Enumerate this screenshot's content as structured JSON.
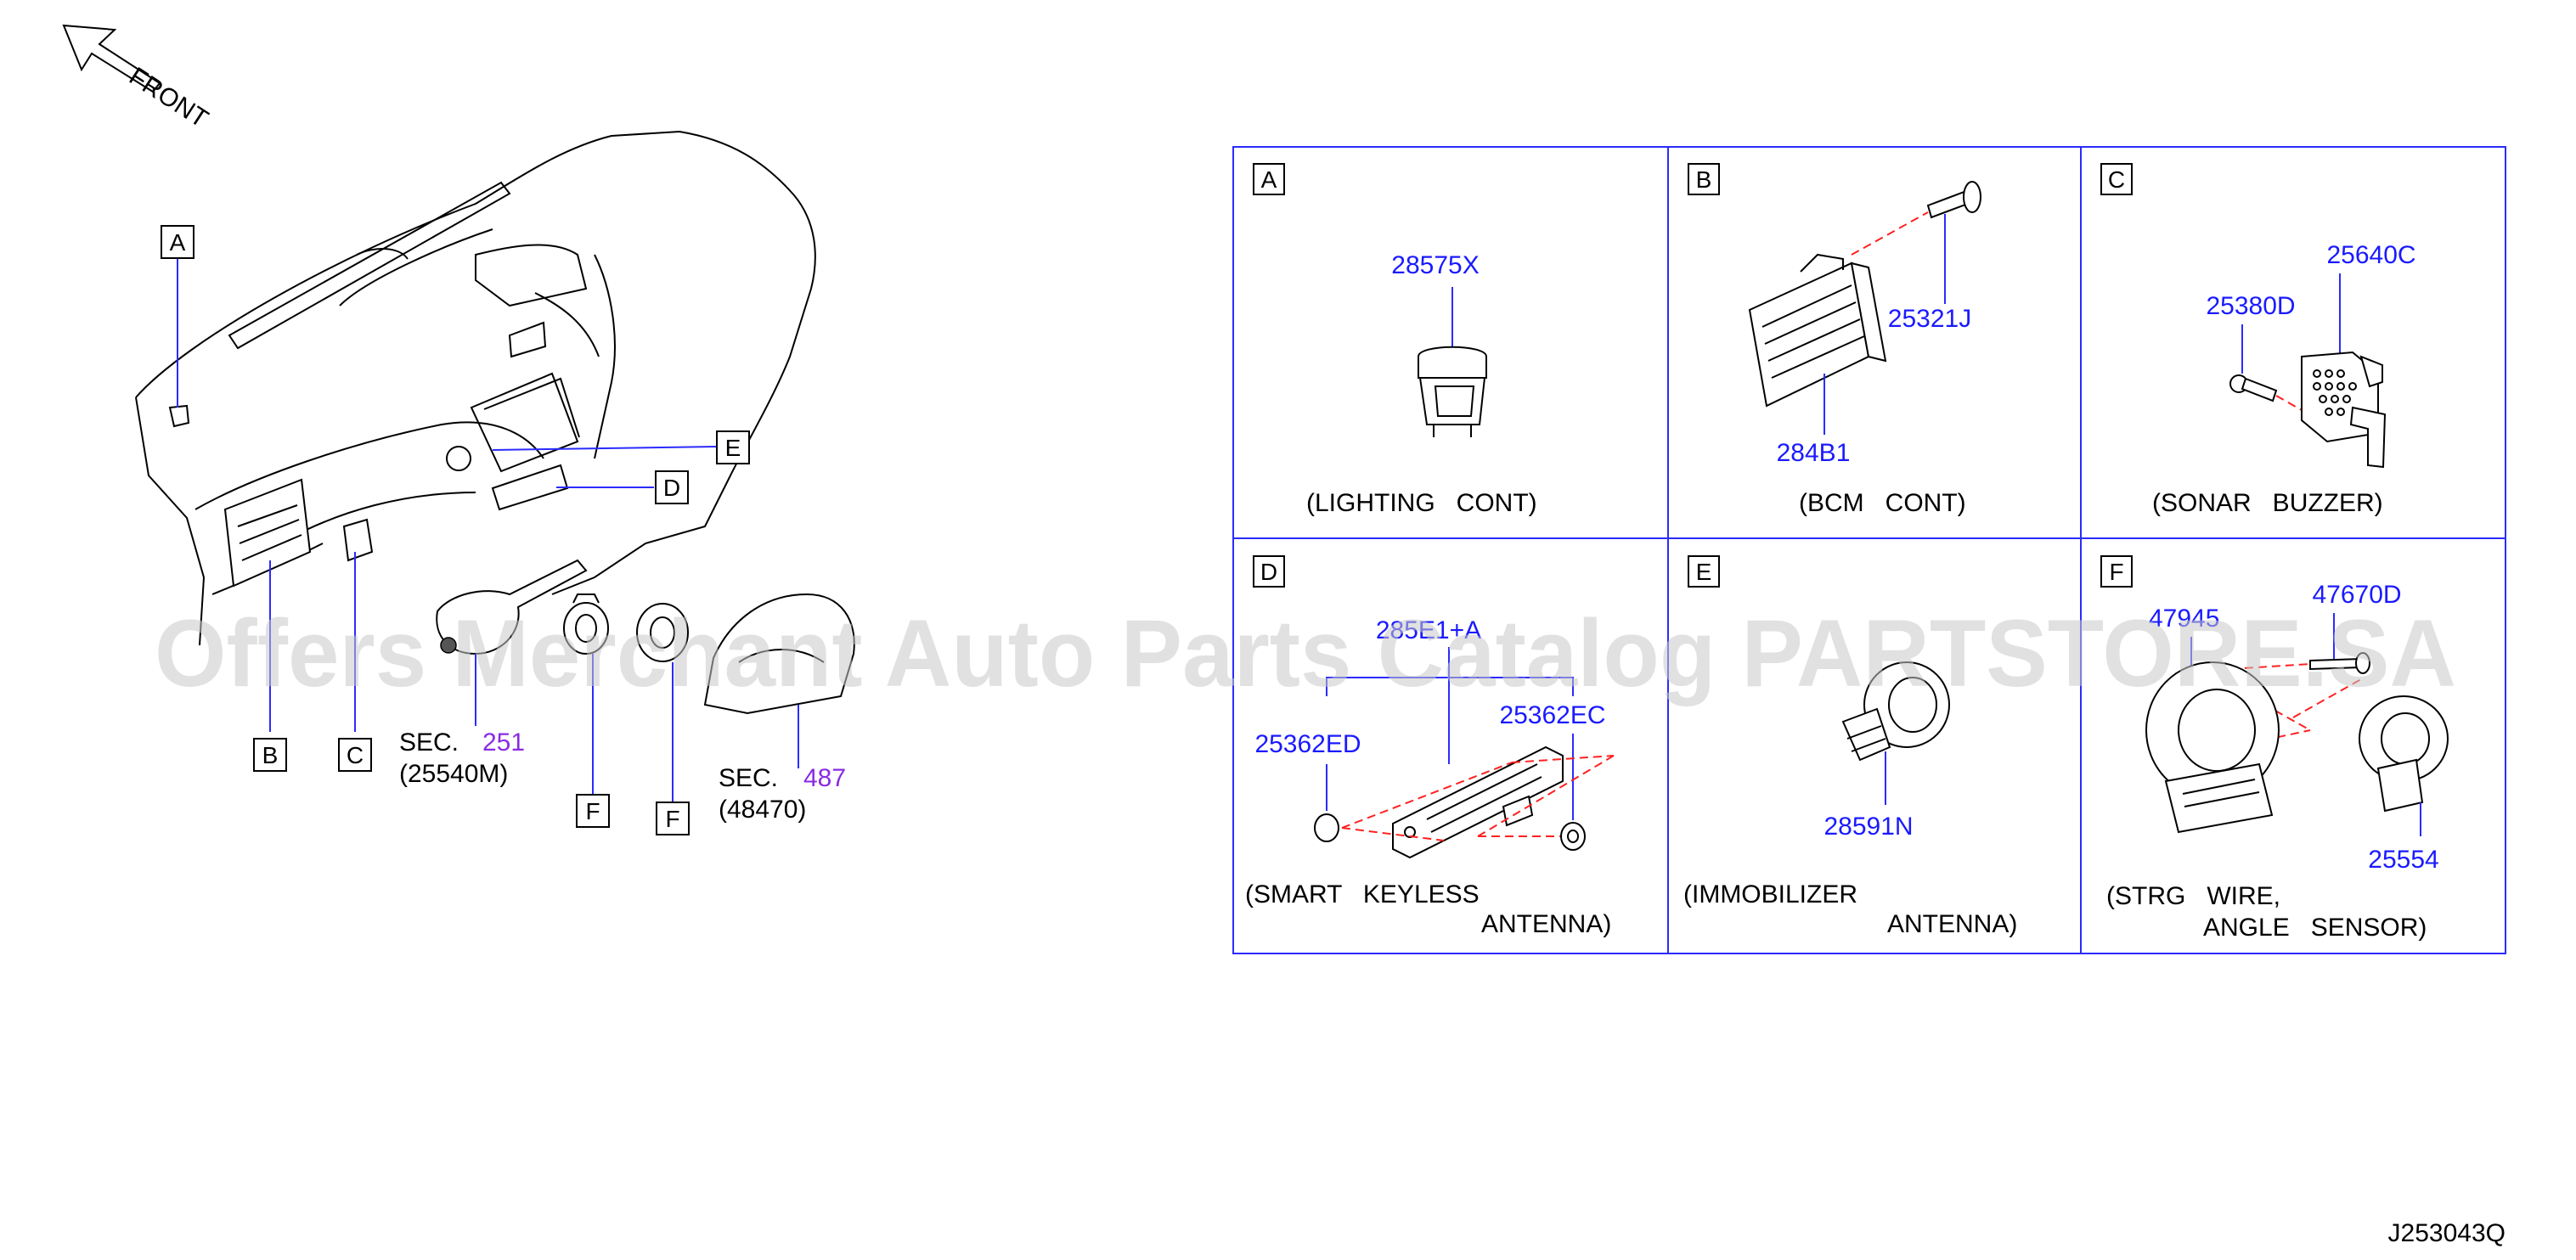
{
  "front_label": "FRONT",
  "callouts": {
    "A": "A",
    "B": "B",
    "C": "C",
    "D": "D",
    "E": "E",
    "F1": "F",
    "F2": "F"
  },
  "overview": {
    "sec1": {
      "prefix": "SEC.",
      "ref": "251",
      "part": "(25540M)"
    },
    "sec2": {
      "prefix": "SEC.",
      "ref": "487",
      "part": "(48470)"
    }
  },
  "panels": {
    "A": {
      "letter": "A",
      "parts": [
        "28575X"
      ],
      "caption": [
        "(LIGHTING   CONT)"
      ]
    },
    "B": {
      "letter": "B",
      "parts": [
        "25321J",
        "284B1"
      ],
      "caption": [
        "(BCM   CONT)"
      ]
    },
    "C": {
      "letter": "C",
      "parts": [
        "25640C",
        "25380D"
      ],
      "caption": [
        "(SONAR   BUZZER)"
      ]
    },
    "D": {
      "letter": "D",
      "parts": [
        "285E1+A",
        "25362ED",
        "25362EC"
      ],
      "caption": [
        "(SMART   KEYLESS",
        "ANTENNA)"
      ]
    },
    "E": {
      "letter": "E",
      "parts": [
        "28591N"
      ],
      "caption": [
        "(IMMOBILIZER",
        "ANTENNA)"
      ]
    },
    "F": {
      "letter": "F",
      "parts": [
        "47945",
        "47670D",
        "25554"
      ],
      "caption": [
        "(STRG   WIRE,",
        "ANGLE   SENSOR)"
      ]
    }
  },
  "watermark": "Offers Merchant Auto Parts Catalog PARTSTORE.SA",
  "diagram_id": "J253043Q",
  "colors": {
    "part_number": "#1a1aff",
    "section_ref": "#8a2be2",
    "frame": "#2b2bff",
    "dashed_line": "#ff2020"
  }
}
